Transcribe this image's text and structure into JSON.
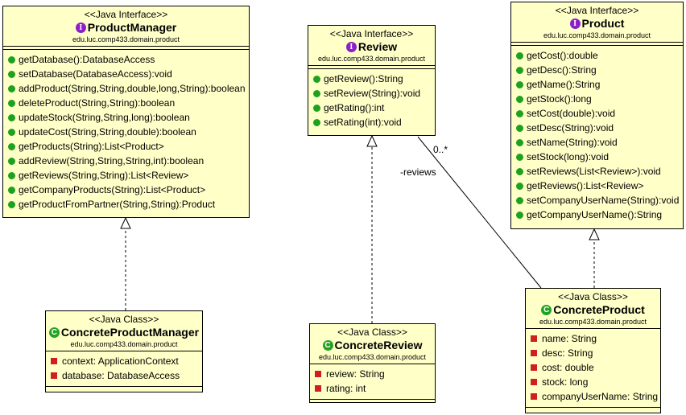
{
  "product_manager": {
    "stereotype": "<<Java Interface>>",
    "badge": "I",
    "name": "ProductManager",
    "package": "edu.luc.comp433.domain.product",
    "methods": [
      "getDatabase():DatabaseAccess",
      "setDatabase(DatabaseAccess):void",
      "addProduct(String,String,double,long,String):boolean",
      "deleteProduct(String,String):boolean",
      "updateStock(String,String,long):boolean",
      "updateCost(String,String,double):boolean",
      "getProducts(String):List<Product>",
      "addReview(String,String,String,int):boolean",
      "getReviews(String,String):List<Review>",
      "getCompanyProducts(String):List<Product>",
      "getProductFromPartner(String,String):Product"
    ]
  },
  "review": {
    "stereotype": "<<Java Interface>>",
    "badge": "I",
    "name": "Review",
    "package": "edu.luc.comp433.domain.product",
    "methods": [
      "getReview():String",
      "setReview(String):void",
      "getRating():int",
      "setRating(int):void"
    ]
  },
  "product": {
    "stereotype": "<<Java Interface>>",
    "badge": "I",
    "name": "Product",
    "package": "edu.luc.comp433.domain.product",
    "methods": [
      "getCost():double",
      "getDesc():String",
      "getName():String",
      "getStock():long",
      "setCost(double):void",
      "setDesc(String):void",
      "setName(String):void",
      "setStock(long):void",
      "setReviews(List<Review>):void",
      "getReviews():List<Review>",
      "setCompanyUserName(String):void",
      "getCompanyUserName():String"
    ]
  },
  "concrete_product_manager": {
    "stereotype": "<<Java Class>>",
    "badge": "C",
    "name": "ConcreteProductManager",
    "package": "edu.luc.comp433.domain.product",
    "fields": [
      "context: ApplicationContext",
      "database: DatabaseAccess"
    ]
  },
  "concrete_review": {
    "stereotype": "<<Java Class>>",
    "badge": "C",
    "name": "ConcreteReview",
    "package": "edu.luc.comp433.domain.product",
    "fields": [
      "review: String",
      "rating: int"
    ]
  },
  "concrete_product": {
    "stereotype": "<<Java Class>>",
    "badge": "C",
    "name": "ConcreteProduct",
    "package": "edu.luc.comp433.domain.product",
    "fields": [
      "name: String",
      "desc: String",
      "cost: double",
      "stock: long",
      "companyUserName: String"
    ]
  },
  "association": {
    "role": "-reviews",
    "multiplicity": "0..*"
  }
}
